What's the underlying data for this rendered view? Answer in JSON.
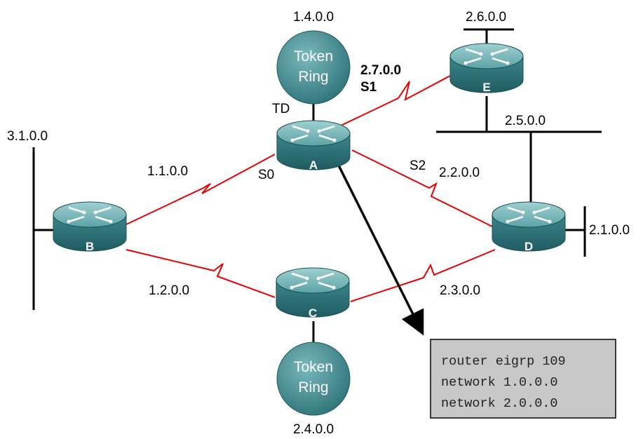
{
  "routers": {
    "A": {
      "label": "A"
    },
    "B": {
      "label": "B"
    },
    "C": {
      "label": "C"
    },
    "D": {
      "label": "D"
    },
    "E": {
      "label": "E"
    }
  },
  "token_rings": {
    "top": {
      "line1": "Token",
      "line2": "Ring",
      "network": "1.4.0.0"
    },
    "bottom": {
      "line1": "Token",
      "line2": "Ring",
      "network": "2.4.0.0"
    }
  },
  "networks": {
    "b_lan": "3.1.0.0",
    "e_lan": "2.6.0.0",
    "ed_lan": "2.5.0.0",
    "d_lan": "2.1.0.0",
    "ab_link": "1.1.0.0",
    "bc_link": "1.2.0.0",
    "ad_link": "2.2.0.0",
    "cd_link": "2.3.0.0",
    "ae_link": "2.7.0.0"
  },
  "interfaces": {
    "td": "TD",
    "s0": "S0",
    "s1": "S1",
    "s2": "S2"
  },
  "config": {
    "lines": [
      "router eigrp 109",
      "network 1.0.0.0",
      "network 2.0.0.0"
    ]
  },
  "colors": {
    "router": "#3f8d92",
    "router_dark": "#2a6a70",
    "serial_link": "#e60000",
    "config_bg": "#c8c8c8"
  }
}
